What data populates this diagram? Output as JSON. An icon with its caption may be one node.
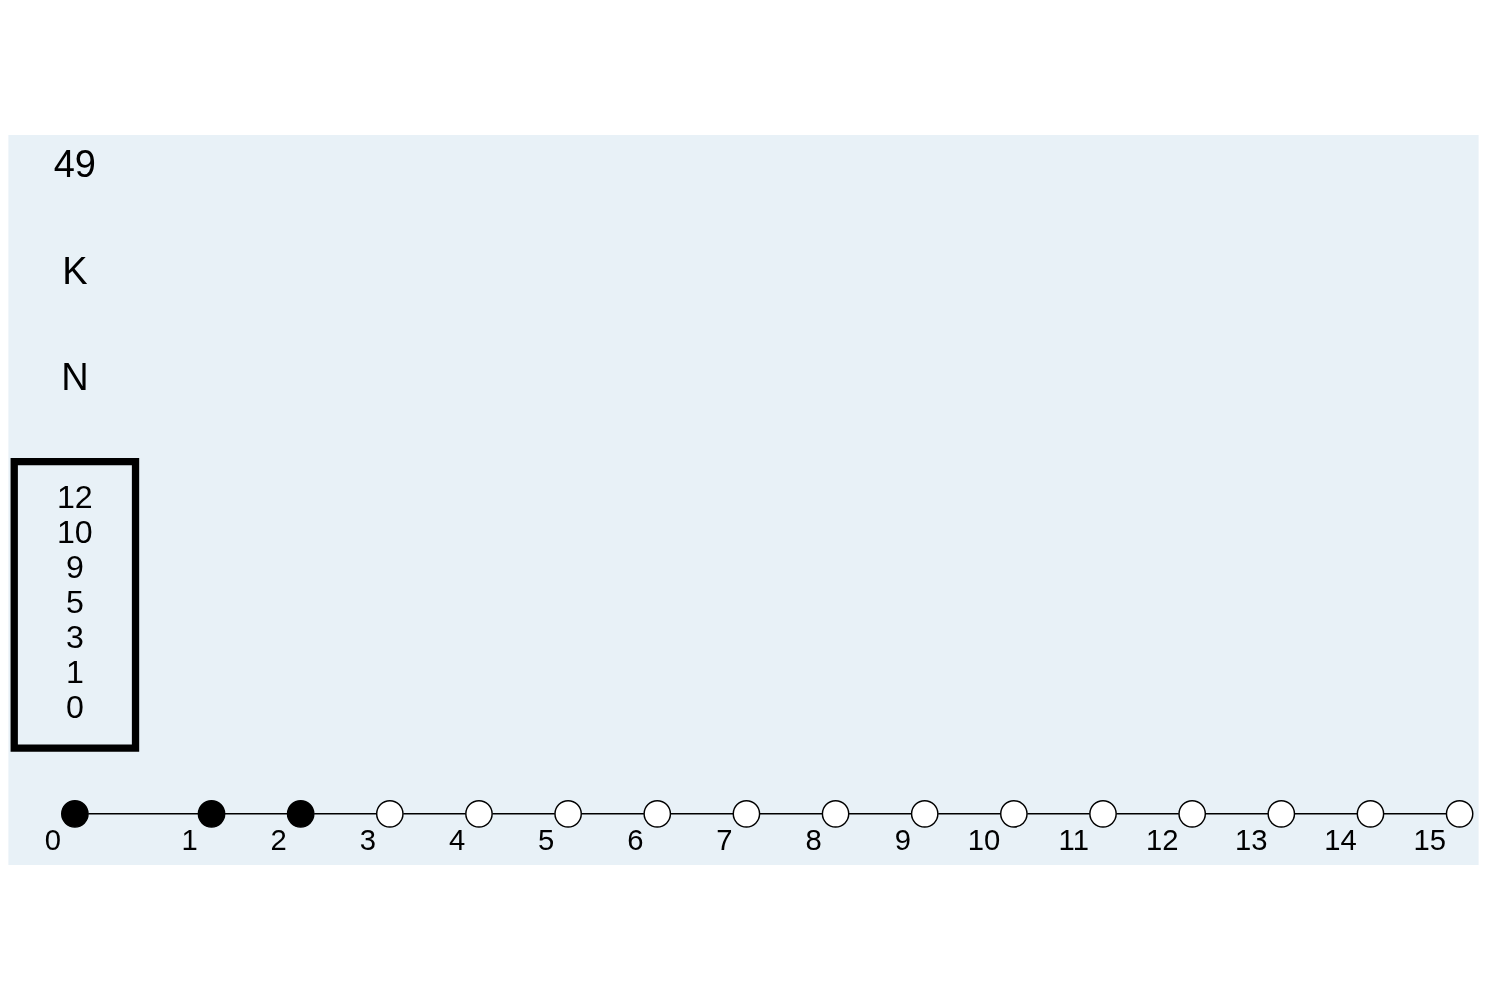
{
  "diagram": {
    "nodes": [
      {
        "text": [],
        "shape": "circle",
        "beside": [
          "0"
        ]
      },
      {
        "text": [],
        "shape": "circle",
        "beside": [
          "1"
        ]
      },
      {
        "text": [],
        "shape": "circle",
        "beside": [
          "2"
        ]
      },
      {
        "text": [],
        "shape": "circle",
        "beside": [
          "3"
        ]
      },
      {
        "text": [],
        "shape": "circle",
        "beside": [
          "4"
        ]
      },
      {
        "text": [],
        "shape": "circle",
        "beside": [
          "5"
        ]
      },
      {
        "text": [],
        "shape": "circle",
        "beside": [
          "6"
        ]
      },
      {
        "text": [],
        "shape": "circle",
        "beside": [
          "7"
        ]
      },
      {
        "text": [],
        "shape": "circle",
        "beside": [
          "8"
        ]
      },
      {
        "text": [],
        "shape": "circle",
        "beside": [
          "9"
        ]
      },
      {
        "text": [],
        "shape": "circle",
        "beside": [
          "10"
        ]
      },
      {
        "text": [],
        "shape": "circle",
        "beside": [
          "11"
        ]
      },
      {
        "text": [],
        "shape": "circle",
        "beside": [
          "12"
        ]
      },
      {
        "text": [],
        "shape": "circle",
        "beside": [
          "13"
        ]
      },
      {
        "text": [],
        "shape": "circle",
        "beside": [
          "14"
        ]
      },
      {
        "text": [],
        "shape": "circle",
        "beside": [
          "15"
        ]
      },
      {
        "text": [
          "12",
          "10",
          "9",
          "5",
          "3",
          "1",
          "0"
        ]
      }
    ],
    "edges": [
      {
        "from": 0,
        "to": 1,
        "arrow": "none"
      },
      {
        "from": 1,
        "to": 2,
        "arrow": "none"
      },
      {
        "from": 2,
        "to": 3,
        "arrow": "none"
      },
      {
        "from": 3,
        "to": 4,
        "arrow": "none"
      },
      {
        "from": 4,
        "to": 5,
        "arrow": "none"
      },
      {
        "from": 5,
        "to": 6,
        "arrow": "none"
      },
      {
        "from": 6,
        "to": 7,
        "arrow": "none"
      },
      {
        "from": 7,
        "to": 8,
        "arrow": "none"
      },
      {
        "from": 8,
        "to": 9,
        "arrow": "none"
      },
      {
        "from": 9,
        "to": 10,
        "arrow": "none"
      },
      {
        "from": 10,
        "to": 11,
        "arrow": "none"
      },
      {
        "from": 11,
        "to": 12,
        "arrow": "none"
      },
      {
        "from": 12,
        "to": 13,
        "arrow": "none"
      },
      {
        "from": 13,
        "to": 14,
        "arrow": "none"
      },
      {
        "from": 14,
        "to": 15,
        "arrow": "none"
      }
    ],
    "labels": [
      "N",
      "K",
      "49"
    ]
  }
}
